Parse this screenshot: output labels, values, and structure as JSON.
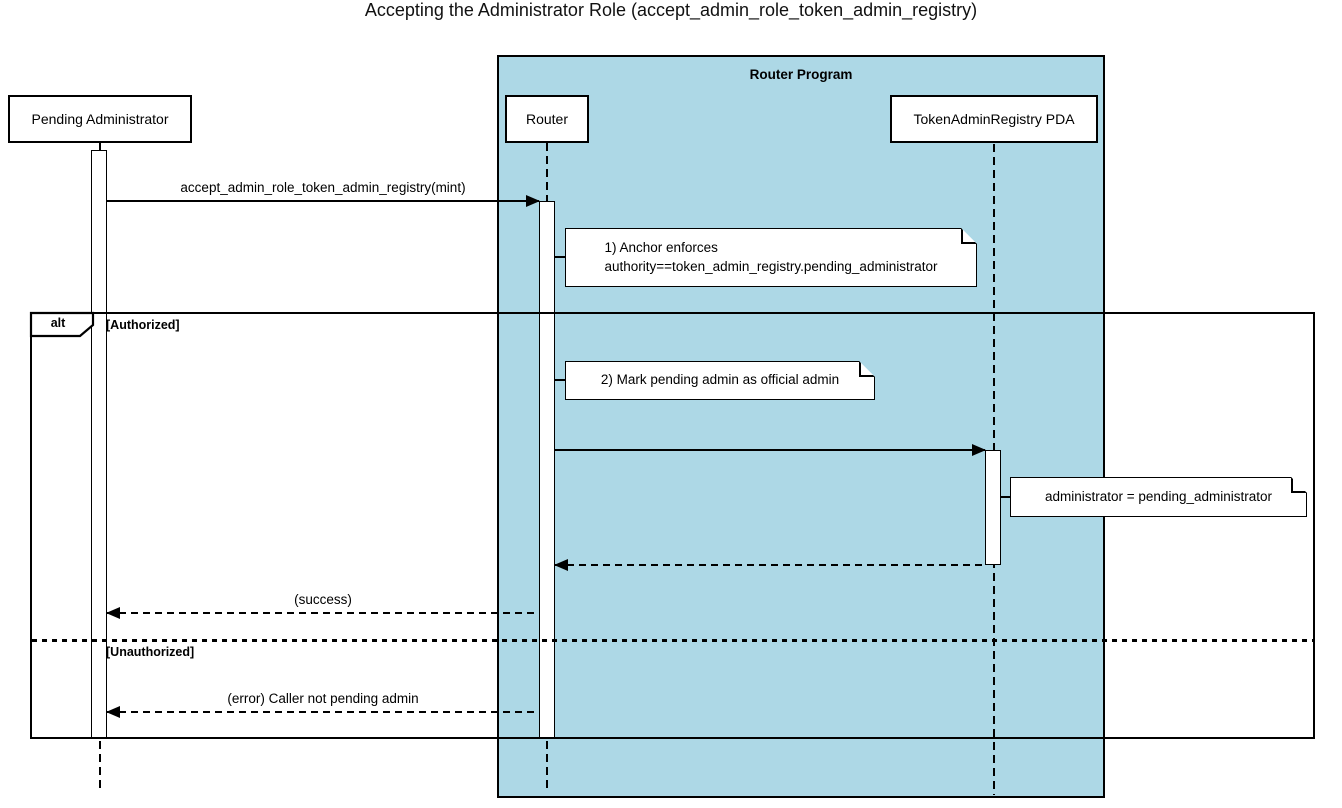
{
  "title": "Accepting the Administrator Role (accept_admin_role_token_admin_registry)",
  "program_frame": {
    "label": "Router Program",
    "bg_color": "#add8e6"
  },
  "participants": [
    {
      "label": "Pending Administrator"
    },
    {
      "label": "Router"
    },
    {
      "label": "TokenAdminRegistry PDA"
    }
  ],
  "alt_frame": {
    "operator": "alt",
    "guards": [
      "[Authorized]",
      "[Unauthorized]"
    ]
  },
  "messages": [
    {
      "from": "Pending Administrator",
      "to": "Router",
      "style": "solid",
      "label": "accept_admin_role_token_admin_registry(mint)"
    },
    {
      "from": "Router",
      "to": "TokenAdminRegistry PDA",
      "style": "solid",
      "label": ""
    },
    {
      "from": "TokenAdminRegistry PDA",
      "to": "Router",
      "style": "dashed-return",
      "label": ""
    },
    {
      "from": "Router",
      "to": "Pending Administrator",
      "style": "dashed-return",
      "label": "(success)"
    },
    {
      "from": "Router",
      "to": "Pending Administrator",
      "style": "dashed-return",
      "label": "(error) Caller not pending admin"
    }
  ],
  "notes": [
    {
      "attached_to": "Router",
      "lines": [
        "1) Anchor enforces",
        "authority==token_admin_registry.pending_administrator"
      ]
    },
    {
      "attached_to": "Router",
      "lines": [
        "2) Mark pending admin as official admin"
      ]
    },
    {
      "attached_to": "TokenAdminRegistry PDA",
      "lines": [
        "administrator = pending_administrator"
      ]
    }
  ],
  "colors": {
    "canvas_bg": "#ffffff",
    "program_bg": "#add8e6",
    "line": "#000000",
    "note_bg": "#ffffff"
  }
}
